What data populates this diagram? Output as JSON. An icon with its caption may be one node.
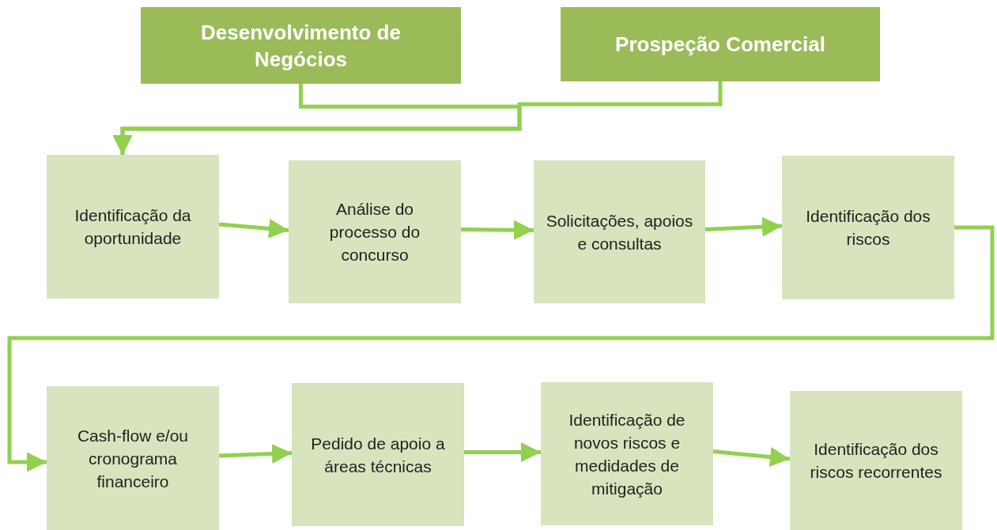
{
  "diagram": {
    "nodes": [
      {
        "text": [
          "Desenvolvimento de Negócios"
        ]
      },
      {
        "text": [
          "Prospeção Comercial"
        ]
      },
      {
        "text": [
          "Identificação da oportunidade"
        ]
      },
      {
        "text": [
          "Análise do processo do concurso"
        ]
      },
      {
        "text": [
          "Solicitações, apoios e consultas"
        ]
      },
      {
        "text": [
          "Identificação dos riscos"
        ]
      },
      {
        "text": [
          "Cash-flow e/ou cronograma financeiro"
        ]
      },
      {
        "text": [
          "Pedido de apoio a áreas técnicas"
        ]
      },
      {
        "text": [
          "Identificação de novos riscos e medidades de mitigação"
        ]
      },
      {
        "text": [
          "Identificação dos riscos recorrentes"
        ]
      }
    ],
    "edges": [
      {
        "from": 0,
        "to": 2,
        "arrow": "to"
      },
      {
        "from": 1,
        "to": 2,
        "arrow": "to"
      },
      {
        "from": 2,
        "to": 3,
        "arrow": "to"
      },
      {
        "from": 3,
        "to": 4,
        "arrow": "to"
      },
      {
        "from": 4,
        "to": 5,
        "arrow": "to"
      },
      {
        "from": 5,
        "to": 6,
        "arrow": "to"
      },
      {
        "from": 6,
        "to": 7,
        "arrow": "to"
      },
      {
        "from": 7,
        "to": 8,
        "arrow": "to"
      },
      {
        "from": 8,
        "to": 9,
        "arrow": "to"
      }
    ]
  }
}
